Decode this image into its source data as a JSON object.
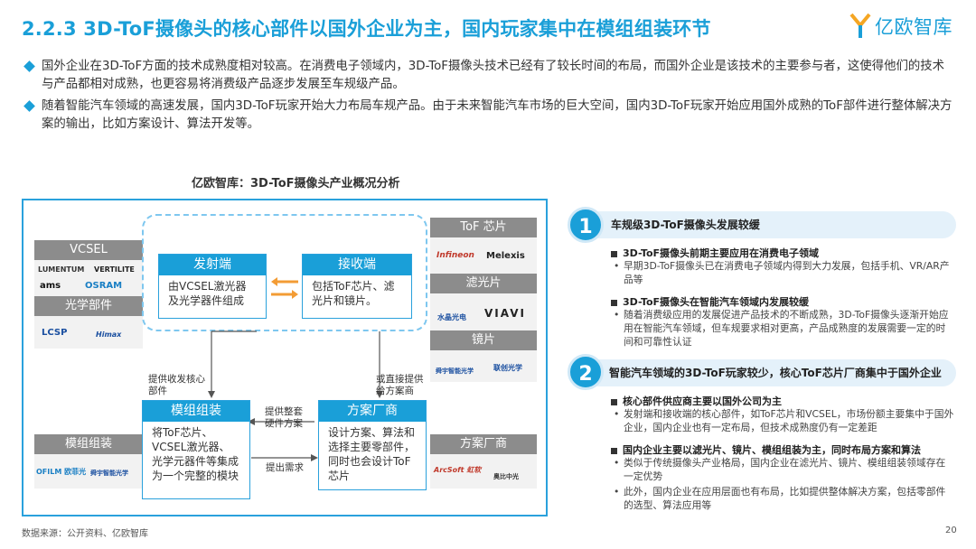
{
  "title": "2.2.3 3D-ToF摄像头的核心部件以国外企业为主，国内玩家集中在模组组装环节",
  "brand": "亿欧智库",
  "bullets": [
    "国外企业在3D-ToF方面的技术成熟度相对较高。在消费电子领域内，3D-ToF摄像头技术已经有了较长时间的布局，而国外企业是该技术的主要参与者，这使得他们的技术与产品都相对成熟，也更容易将消费级产品逐步发展至车规级产品。",
    "随着智能汽车领域的高速发展，国内3D-ToF玩家开始大力布局车规产品。由于未来智能汽车市场的巨大空间，国内3D-ToF玩家开始应用国外成熟的ToF部件进行整体解决方案的输出，比如方案设计、算法开发等。"
  ],
  "diagram": {
    "title": "亿欧智库：3D-ToF摄像头产业概况分析",
    "left": {
      "vcsel": "VCSEL",
      "optics": "光学部件",
      "module": "模组组装",
      "logos": [
        "LUMENTUM",
        "VERTILITE",
        "ams",
        "OSRAM",
        "LCSP",
        "Himax",
        "OFILM 欧菲光",
        "舜宇智能光学"
      ]
    },
    "right": {
      "tof_chip": "ToF 芯片",
      "filter": "滤光片",
      "lens": "镜片",
      "solution": "方案厂商",
      "logos": [
        "Infineon",
        "Melexis",
        "水晶光电",
        "VIAVI",
        "舜宇智能光学",
        "联创光学",
        "ArcSoft 虹软",
        "奥比中光"
      ]
    },
    "emitter": {
      "title": "发射端",
      "body": "由VCSEL激光器及光学器件组成"
    },
    "receiver": {
      "title": "接收端",
      "body": "包括ToF芯片、滤光片和镜片。"
    },
    "assembly": {
      "title": "模组组装",
      "body": "将ToF芯片、VCSEL激光器、光学元器件等集成为一个完整的模块"
    },
    "vendor": {
      "title": "方案厂商",
      "body": "设计方案、算法和选择主要零部件，同时也会设计ToF芯片"
    },
    "labels": {
      "provide_core": "提供收发核心部件",
      "direct_provide": "或直接提供给方案商",
      "provide_solution": "提供整套硬件方案",
      "propose_need": "提出需求"
    }
  },
  "panel": {
    "s1": {
      "num": "1",
      "head": "车规级3D-ToF摄像头发展较缓",
      "items": [
        {
          "sub": "3D-ToF摄像头前期主要应用在消费电子领域",
          "detail": "早期3D-ToF摄像头已在消费电子领域内得到大力发展，包括手机、VR/AR产品等"
        },
        {
          "sub": "3D-ToF摄像头在智能汽车领域内发展较缓",
          "detail": "随着消费级应用的发展促进产品技术的不断成熟，3D-ToF摄像头逐渐开始应用在智能汽车领域，但车规要求相对更高，产品成熟度的发展需要一定的时间和可靠性认证"
        }
      ]
    },
    "s2": {
      "num": "2",
      "head": "智能汽车领域的3D-ToF玩家较少，核心ToF芯片厂商集中于国外企业",
      "items": [
        {
          "sub": "核心部件供应商主要以国外公司为主",
          "detail": "发射端和接收端的核心部件，如ToF芯片和VCSEL，市场份额主要集中于国外企业，国内企业也有一定布局，但技术成熟度仍有一定差距"
        },
        {
          "sub": "国内企业主要以滤光片、镜片、模组组装为主，同时布局方案和算法",
          "detail": "类似于传统摄像头产业格局，国内企业在滤光片、镜片、模组组装领域存在一定优势",
          "detail2": "此外，国内企业在应用层面也有布局，比如提供整体解决方案，包括零部件的选型、算法应用等"
        }
      ]
    }
  },
  "footer": "数据来源：公开资料、亿欧智库",
  "page": "20",
  "colors": {
    "accent": "#1a9fd8",
    "gray_head": "#8c8c8c"
  }
}
